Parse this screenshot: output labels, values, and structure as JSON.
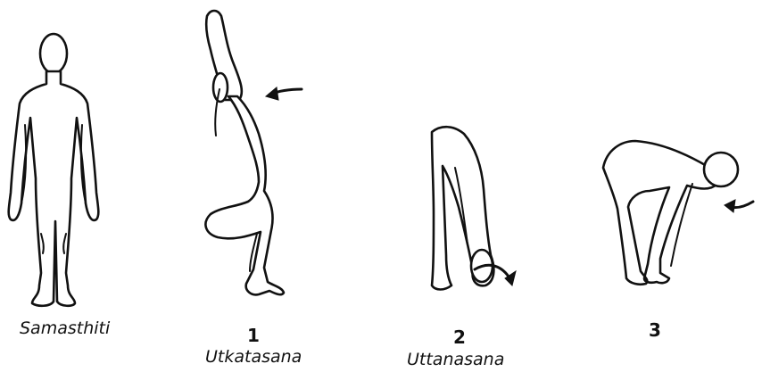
{
  "figures": [
    {
      "id": "samasthiti",
      "number": "",
      "name": "Samasthiti"
    },
    {
      "id": "pose-1",
      "number": "1",
      "name": "Utkatasana"
    },
    {
      "id": "pose-2",
      "number": "2",
      "name": "Uttanasana"
    },
    {
      "id": "pose-3",
      "number": "3",
      "name": ""
    }
  ],
  "colors": {
    "line": "#111111",
    "background": "#ffffff"
  }
}
